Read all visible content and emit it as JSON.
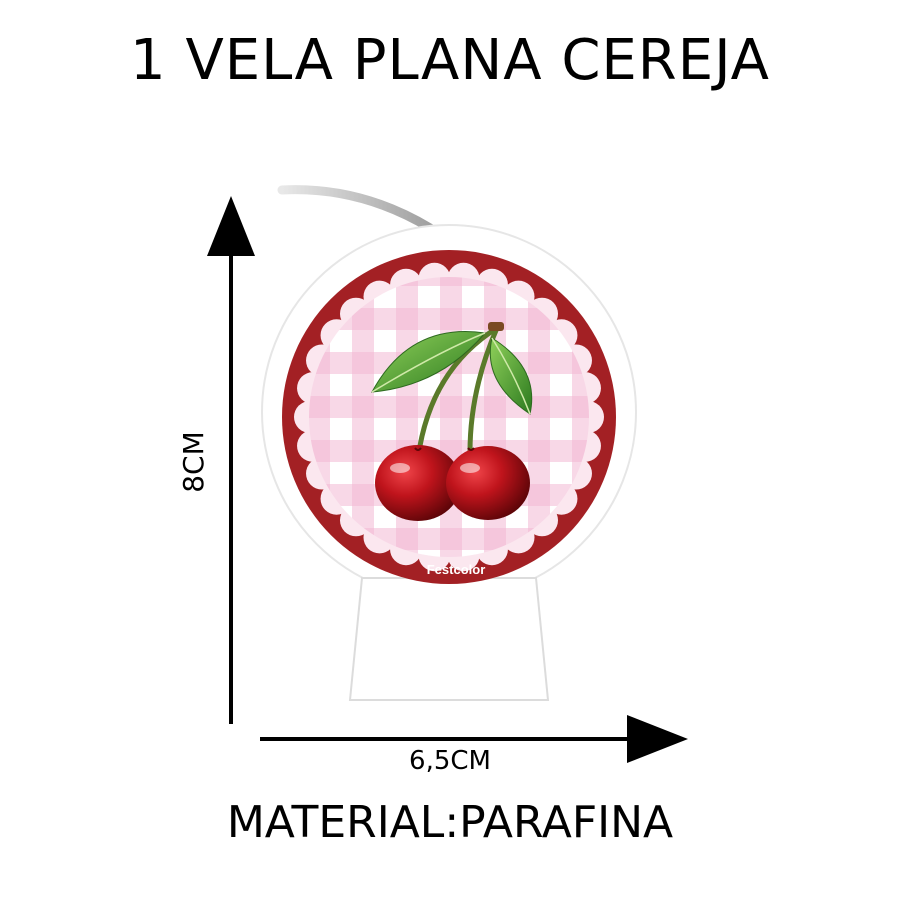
{
  "title": "1 VELA PLANA CEREJA",
  "dimensions": {
    "height_label": "8CM",
    "width_label": "6,5CM"
  },
  "material_label": "MATERIAL:PARAFINA",
  "candle": {
    "brand_label": "Festcolor",
    "motif": "cherry",
    "colors": {
      "border_red": "#a32024",
      "gingham_pink": "#f2b8d2",
      "cherry_red": "#c0141c",
      "leaf_green": "#3e9a2e",
      "wick_silver": "#b7b7b7"
    }
  }
}
